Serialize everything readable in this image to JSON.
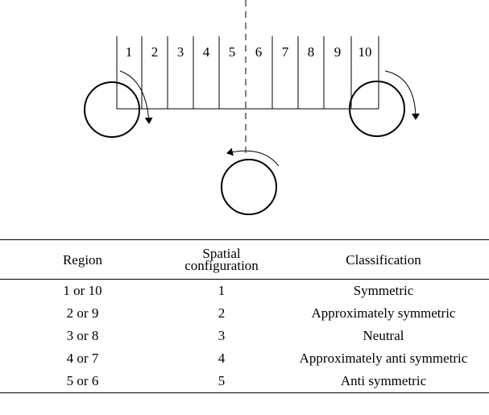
{
  "figure": {
    "region_labels": [
      "1",
      "2",
      "3",
      "4",
      "5",
      "6",
      "7",
      "8",
      "9",
      "10"
    ]
  },
  "table": {
    "headers": {
      "region": "Region",
      "spatial_line1": "Spatial",
      "spatial_line2": "configuration",
      "classification": "Classification"
    },
    "rows": [
      {
        "region": "1 or 10",
        "spatial": "1",
        "classification": "Symmetric"
      },
      {
        "region": "2 or 9",
        "spatial": "2",
        "classification": "Approximately symmetric"
      },
      {
        "region": "3 or 8",
        "spatial": "3",
        "classification": "Neutral"
      },
      {
        "region": "4 or 7",
        "spatial": "4",
        "classification": "Approximately anti symmetric"
      },
      {
        "region": "5 or 6",
        "spatial": "5",
        "classification": "Anti symmetric"
      }
    ]
  }
}
